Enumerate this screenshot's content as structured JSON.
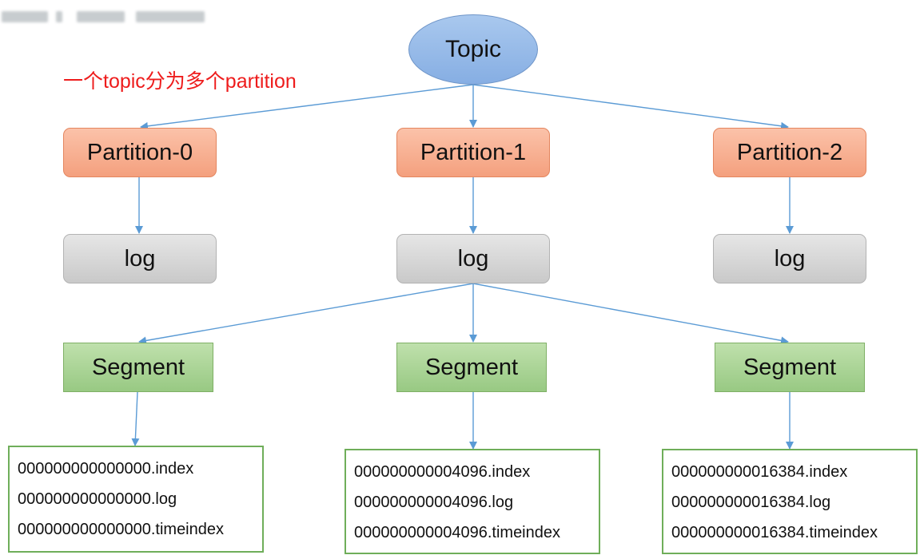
{
  "topic": {
    "label": "Topic"
  },
  "annotation": "一个topic分为多个partition",
  "partitions": [
    {
      "label": "Partition-0",
      "log": "log",
      "segment": "Segment",
      "files": [
        "000000000000000.index",
        "000000000000000.log",
        "000000000000000.timeindex"
      ]
    },
    {
      "label": "Partition-1",
      "log": "log",
      "segment": "Segment",
      "files": [
        "000000000004096.index",
        "000000000004096.log",
        "000000000004096.timeindex"
      ]
    },
    {
      "label": "Partition-2",
      "log": "log",
      "segment": "Segment",
      "files": [
        "000000000016384.index",
        "000000000016384.log",
        "000000000016384.timeindex"
      ]
    }
  ],
  "colors": {
    "arrow": "#5b9bd5",
    "annotation": "#ee1c1c",
    "topic_fill": "#8eb4e3",
    "partition_fill": "#f7ab8a",
    "log_fill": "#d6d6d6",
    "segment_fill": "#a9d18e",
    "file_border": "#6fae5a"
  }
}
